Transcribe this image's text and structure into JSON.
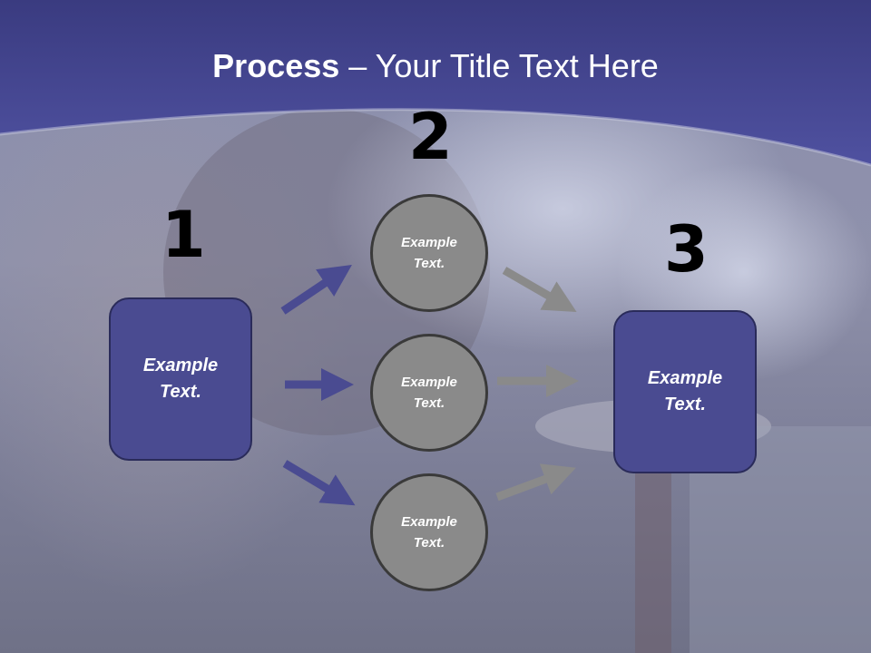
{
  "title": {
    "bold": "Process",
    "rest": " – Your Title Text Here"
  },
  "steps": {
    "one": "1",
    "two": "2",
    "three": "3"
  },
  "left_box": {
    "line1": "Example",
    "line2": "Text."
  },
  "right_box": {
    "line1": "Example",
    "line2": "Text."
  },
  "circles": [
    {
      "line1": "Example",
      "line2": "Text."
    },
    {
      "line1": "Example",
      "line2": "Text."
    },
    {
      "line1": "Example",
      "line2": "Text."
    }
  ],
  "colors": {
    "header": "#4a4b91",
    "box": "#4a4b91",
    "circle": "#8a8a8a",
    "arrow_in": "#4a4b91",
    "arrow_out": "#8a8a8a"
  }
}
